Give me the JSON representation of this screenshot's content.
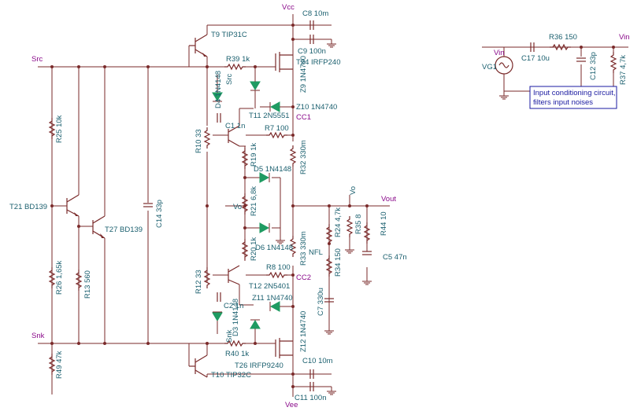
{
  "nets": {
    "vcc": "Vcc",
    "vee": "Vee",
    "src": "Src",
    "snk": "Snk",
    "vout": "Vout",
    "vo": "Vo",
    "vin": "Vin",
    "cc1": "CC1",
    "cc2": "CC2",
    "nfl": "NFL"
  },
  "components": {
    "t9": "T9 TIP31C",
    "t10": "T10 TIP32C",
    "t24": "T24 IRFP240",
    "t26": "T26 IRFP9240",
    "t11": "T11 2N5551",
    "t12": "T12 2N5401",
    "t21": "T21 BD139",
    "t27": "T27 BD139",
    "c8": "C8 10m",
    "c9": "C9 100n",
    "c10": "C10 10m",
    "c11": "C11 100n",
    "c1": "C1 1n",
    "c2": "C2 1n",
    "c14": "C14 33p",
    "c5": "C5 47n",
    "c7": "C7 330u",
    "c17": "C17 10u",
    "c12": "C12 33p",
    "r39": "R39 1k",
    "r40": "R40 1k",
    "r7": "R7 100",
    "r8": "R8 100",
    "r10": "R10 33",
    "r12": "R12 33",
    "r19": "R19 1k",
    "r20": "R20 1k",
    "r21": "R21 6,8k",
    "r32": "R32 330m",
    "r33": "R33 330m",
    "r24": "R24 4,7k",
    "r35": "R35 8",
    "r44": "R44 10",
    "r34": "R34 150",
    "r25": "R25 10k",
    "r26": "R26 1,65k",
    "r13": "R13 560",
    "r49": "R49 47k",
    "r36": "R36 150",
    "r37": "R37 4,7k",
    "d4": "D4 1N4148",
    "d3": "D3 1N4148",
    "d5": "D5 1N4148",
    "d6": "D6 1N4148",
    "z9": "Z9 1N4740",
    "z10": "Z10 1N4740",
    "z11": "Z11 1N4740",
    "z12": "Z12 1N4740",
    "vg1": "VG1"
  },
  "note": {
    "line1": "Input conditioning circuit,",
    "line2": "filters input noises"
  }
}
